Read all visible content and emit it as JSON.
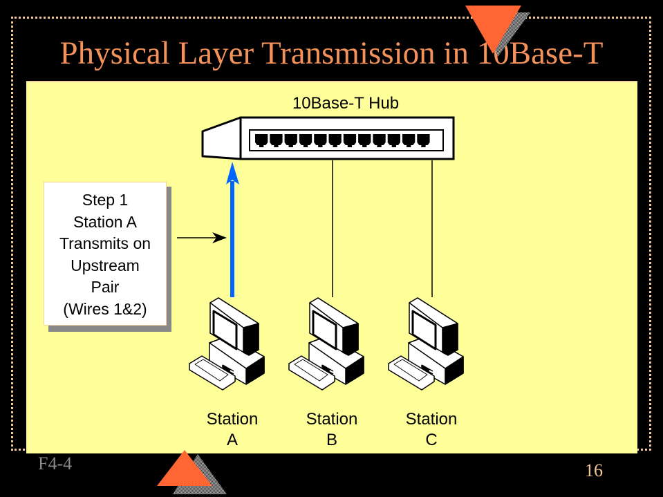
{
  "slide": {
    "title": "Physical Layer Transmission in 10Base-T",
    "footer_code": "F4-4",
    "page_number": "16"
  },
  "diagram": {
    "hub_label": "10Base-T Hub",
    "hub_port_count": 12,
    "callout_lines": [
      "Step 1",
      "Station A",
      "Transmits on",
      "Upstream",
      "Pair",
      "(Wires 1&2)"
    ],
    "stations": [
      {
        "line1": "Station",
        "line2": "A",
        "link": "active-upstream"
      },
      {
        "line1": "Station",
        "line2": "B",
        "link": "idle"
      },
      {
        "line1": "Station",
        "line2": "C",
        "link": "idle"
      }
    ],
    "colors": {
      "background": "#000000",
      "panel": "#ffff99",
      "title": "#f4925c",
      "accent_triangle": "#ff6633",
      "active_link": "#0066ff",
      "frame_dots": "#f5c79a"
    }
  }
}
